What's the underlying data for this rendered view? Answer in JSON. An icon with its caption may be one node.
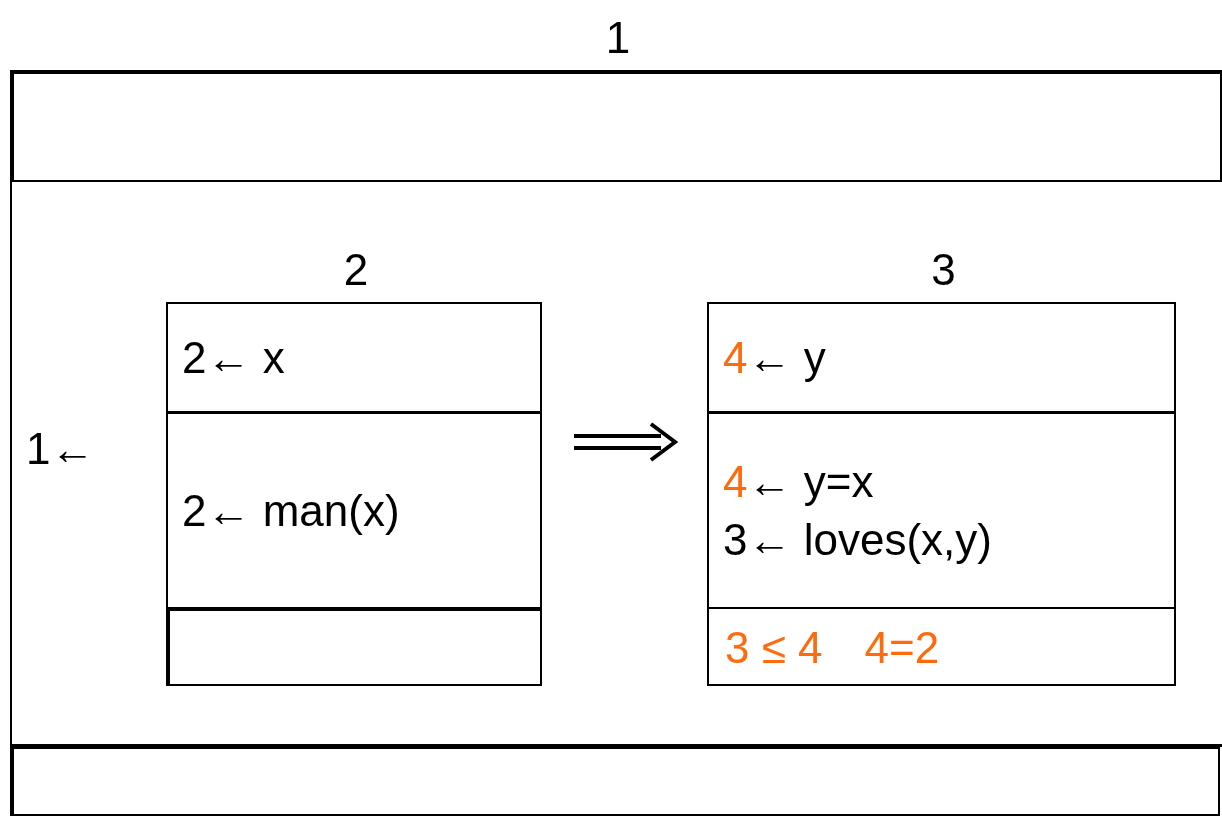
{
  "diagram": {
    "nodes": [
      {
        "text": [
          "1"
        ]
      },
      {
        "text": [],
        "shape": "box",
        "in": 0
      },
      {
        "text": [
          "1←"
        ],
        "in": 0
      },
      {
        "text": [
          "2"
        ],
        "in": 2
      },
      {
        "text": [
          "2← x"
        ],
        "in": 3
      },
      {
        "text": [
          "2← man(x)"
        ],
        "in": 3
      },
      {
        "text": [],
        "shape": "box",
        "in": 3
      },
      {
        "text": [
          "3"
        ],
        "in": 2
      },
      {
        "text": [
          "4← y"
        ],
        "in": 7
      },
      {
        "text": [
          "4← y=x",
          "3← loves(x,y)"
        ],
        "in": 7
      },
      {
        "text": [
          "3 ≤ 4",
          "4=2"
        ],
        "in": 7
      },
      {
        "text": [],
        "shape": "box",
        "in": 0
      }
    ],
    "edges": [
      {
        "from": 3,
        "to": 7,
        "arrow": "to"
      }
    ]
  }
}
